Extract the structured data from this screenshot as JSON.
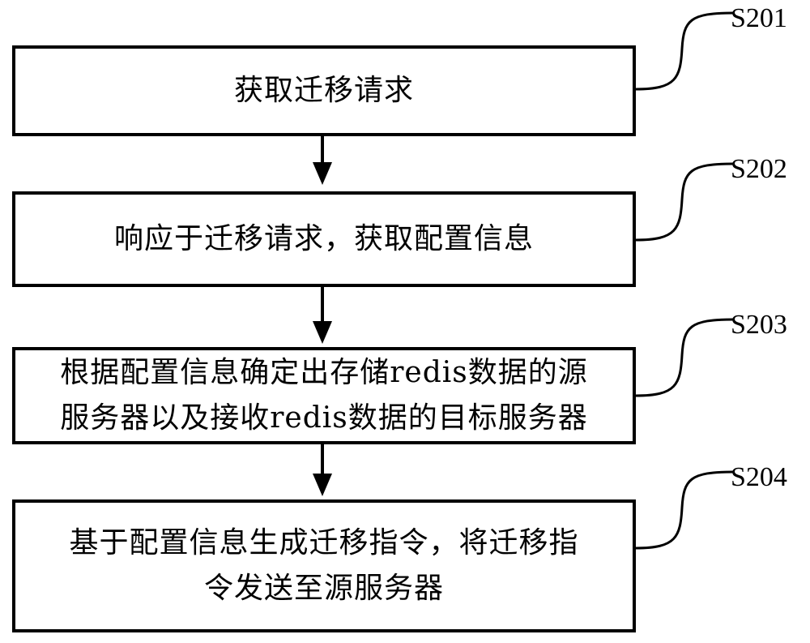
{
  "steps": [
    {
      "id": "S201",
      "lines": [
        "获取迁移请求"
      ]
    },
    {
      "id": "S202",
      "lines": [
        "响应于迁移请求，获取配置信息"
      ]
    },
    {
      "id": "S203",
      "lines": [
        "根据配置信息确定出存储redis数据的源",
        "服务器以及接收redis数据的目标服务器"
      ]
    },
    {
      "id": "S204",
      "lines": [
        "基于配置信息生成迁移指令，将迁移指",
        "令发送至源服务器"
      ]
    }
  ]
}
